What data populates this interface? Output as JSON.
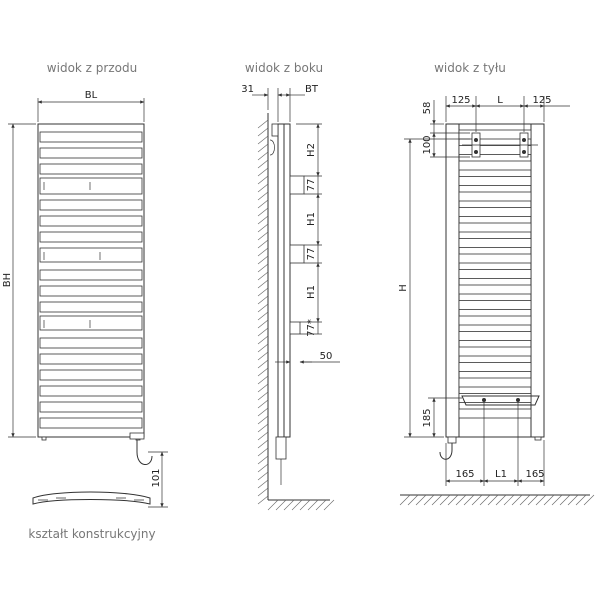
{
  "labels": {
    "front": "widok z przodu",
    "side": "widok z boku",
    "back": "widok z tyłu",
    "shape": "kształt konstrukcyjny"
  },
  "front_dims": {
    "width": "BL",
    "height": "BH",
    "pipe": "101"
  },
  "side_dims": {
    "left": "31",
    "depth": "BT",
    "h2": "H2",
    "g1": "77",
    "h1a": "H1",
    "g2": "77",
    "h1b": "H1",
    "g3": "77*",
    "off": "50"
  },
  "back_dims": {
    "top": "58",
    "left": "125",
    "mid": "L",
    "right": "125",
    "bracket": "100",
    "height": "H",
    "bottom": "185",
    "b_left": "165",
    "b_mid": "L1",
    "b_right": "165"
  },
  "colors": {
    "line": "#333333",
    "label": "#777777"
  }
}
